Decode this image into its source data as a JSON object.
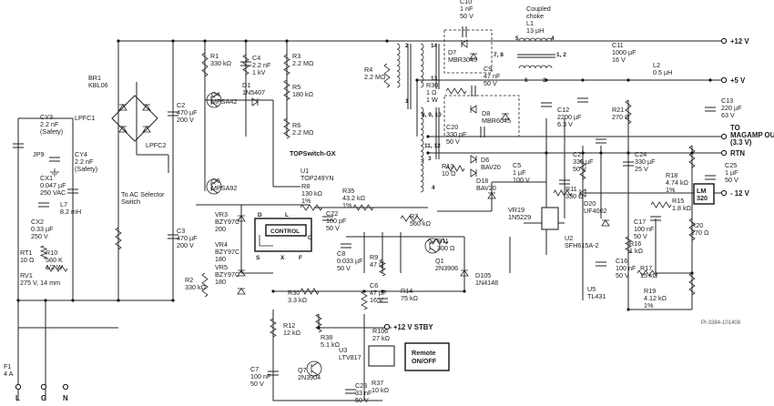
{
  "parts": [
    {
      "id": "bridge",
      "lines": [
        "BR1",
        "KBL06"
      ]
    },
    {
      "id": "lpfc1",
      "lines": [
        "LPFC1"
      ]
    },
    {
      "id": "lpfc2",
      "lines": [
        "LPFC2"
      ]
    },
    {
      "id": "cy3",
      "lines": [
        "CY3",
        "2.2 nF",
        "(Safety)"
      ]
    },
    {
      "id": "cy4",
      "lines": [
        "CY4",
        "2.2 nF",
        "(Safety)"
      ]
    },
    {
      "id": "jp9",
      "lines": [
        "JP9"
      ]
    },
    {
      "id": "cx1",
      "lines": [
        "CX1",
        "0.047 µF",
        "250 VAC"
      ]
    },
    {
      "id": "l7",
      "lines": [
        "L7",
        "8.2 mH"
      ]
    },
    {
      "id": "cx2",
      "lines": [
        "CX2",
        "0.33 µF",
        "250 V"
      ]
    },
    {
      "id": "rt1",
      "lines": [
        "RT1",
        "10 Ω"
      ]
    },
    {
      "id": "r10",
      "lines": [
        "R10",
        "560 K",
        "1/2 W"
      ]
    },
    {
      "id": "rv1",
      "lines": [
        "RV1",
        "275 V, 14 mm"
      ]
    },
    {
      "id": "f1",
      "lines": [
        "F1",
        "4 A"
      ]
    },
    {
      "id": "selector",
      "lines": [
        "To AC Selector",
        "Switch"
      ]
    },
    {
      "id": "c2",
      "lines": [
        "C2",
        "470 µF",
        "200 V"
      ]
    },
    {
      "id": "c3",
      "lines": [
        "C3",
        "470 µF",
        "200 V"
      ]
    },
    {
      "id": "r1",
      "lines": [
        "R1",
        "330 kΩ"
      ]
    },
    {
      "id": "r2",
      "lines": [
        "R2",
        "330 kΩ"
      ]
    },
    {
      "id": "q4",
      "lines": [
        "Q4",
        "MPSA42"
      ]
    },
    {
      "id": "q6",
      "lines": [
        "Q6",
        "MPSA92"
      ]
    },
    {
      "id": "c4",
      "lines": [
        "C4",
        "2.2 nF",
        "1 kV"
      ]
    },
    {
      "id": "d1",
      "lines": [
        "D1",
        "1N5407"
      ]
    },
    {
      "id": "r3",
      "lines": [
        "R3",
        "2.2 MΩ"
      ]
    },
    {
      "id": "r5",
      "lines": [
        "R5",
        "180 kΩ"
      ]
    },
    {
      "id": "r6",
      "lines": [
        "R6",
        "2.2 MΩ"
      ]
    },
    {
      "id": "r4",
      "lines": [
        "R4",
        "2.2 MΩ"
      ]
    },
    {
      "id": "vr3",
      "lines": [
        "VR3",
        "BZY97C",
        "200"
      ]
    },
    {
      "id": "vr4",
      "lines": [
        "VR4",
        "BZY97C",
        "180"
      ]
    },
    {
      "id": "vr5",
      "lines": [
        "VR5",
        "BZY97C",
        "180"
      ]
    },
    {
      "id": "u1_title",
      "lines": [
        "TOPSwitch-GX"
      ]
    },
    {
      "id": "u1",
      "lines": [
        "U1",
        "TOP249YN"
      ]
    },
    {
      "id": "r8",
      "lines": [
        "R8",
        "130 kΩ",
        "1%"
      ]
    },
    {
      "id": "r35",
      "lines": [
        "R35",
        "43.2 kΩ",
        "1%"
      ]
    },
    {
      "id": "c22",
      "lines": [
        "C22",
        "100 pF",
        "50 V"
      ]
    },
    {
      "id": "r7",
      "lines": [
        "R7",
        "560 kΩ"
      ]
    },
    {
      "id": "c8",
      "lines": [
        "C8",
        "0.033 µF",
        "50 V"
      ]
    },
    {
      "id": "r9",
      "lines": [
        "R9",
        "47 Ω"
      ]
    },
    {
      "id": "r30",
      "lines": [
        "R30",
        "3.3 kΩ"
      ]
    },
    {
      "id": "c6",
      "lines": [
        "C6",
        "47 µF",
        "16 V"
      ]
    },
    {
      "id": "r14",
      "lines": [
        "R14",
        "75 kΩ"
      ]
    },
    {
      "id": "r11",
      "lines": [
        "R11",
        "300 Ω"
      ]
    },
    {
      "id": "q1",
      "lines": [
        "Q1",
        "2N3906"
      ]
    },
    {
      "id": "d105",
      "lines": [
        "D105",
        "1N4148"
      ]
    },
    {
      "id": "r12",
      "lines": [
        "R12",
        "12 kΩ"
      ]
    },
    {
      "id": "c7",
      "lines": [
        "C7",
        "100 nF",
        "50 V"
      ]
    },
    {
      "id": "r38",
      "lines": [
        "R38",
        "5.1 kΩ"
      ]
    },
    {
      "id": "q7",
      "lines": [
        "Q7",
        "2N3904"
      ]
    },
    {
      "id": "c23",
      "lines": [
        "C23",
        "33 nF",
        "50 V"
      ]
    },
    {
      "id": "r37",
      "lines": [
        "R37",
        "10 kΩ"
      ]
    },
    {
      "id": "u3",
      "lines": [
        "U3",
        "LTV817"
      ]
    },
    {
      "id": "r106",
      "lines": [
        "R106",
        "27 kΩ"
      ]
    },
    {
      "id": "c10",
      "lines": [
        "C10",
        "1 nF",
        "50 V"
      ]
    },
    {
      "id": "d7",
      "lines": [
        "D7",
        "MBR3045"
      ]
    },
    {
      "id": "c9",
      "lines": [
        "C9",
        "47 nF",
        "50 V"
      ]
    },
    {
      "id": "l1",
      "lines": [
        "Coupled",
        "choke",
        "L1",
        "13 µH"
      ]
    },
    {
      "id": "c11",
      "lines": [
        "C11",
        "1000 µF",
        "16 V"
      ]
    },
    {
      "id": "l2",
      "lines": [
        "L2",
        "0.5 µH"
      ]
    },
    {
      "id": "r30b",
      "lines": [
        "R30",
        "1 Ω",
        "1 W"
      ]
    },
    {
      "id": "d8",
      "lines": [
        "D8",
        "MBR6045"
      ]
    },
    {
      "id": "c20",
      "lines": [
        "C20",
        "330 pF",
        "50 V"
      ]
    },
    {
      "id": "c12",
      "lines": [
        "C12",
        "2200 µF",
        "6.3 V"
      ]
    },
    {
      "id": "r21",
      "lines": [
        "R21",
        "270 Ω"
      ]
    },
    {
      "id": "c13",
      "lines": [
        "C13",
        "220 µF",
        "63 V"
      ]
    },
    {
      "id": "r13",
      "lines": [
        "R13",
        "10 Ω"
      ]
    },
    {
      "id": "d6",
      "lines": [
        "D6",
        "BAV20"
      ]
    },
    {
      "id": "d18",
      "lines": [
        "D18",
        "BAV20"
      ]
    },
    {
      "id": "c5",
      "lines": [
        "C5",
        "1 µF",
        "100 V"
      ]
    },
    {
      "id": "vr19",
      "lines": [
        "VR19",
        "1N5229"
      ]
    },
    {
      "id": "c27",
      "lines": [
        "C27",
        "330 µF",
        "50 V"
      ]
    },
    {
      "id": "c24",
      "lines": [
        "C24",
        "330 µF",
        "25 V"
      ]
    },
    {
      "id": "r11b",
      "lines": [
        "R11",
        "330 Ω"
      ]
    },
    {
      "id": "d20",
      "lines": [
        "D20",
        "UF4002"
      ]
    },
    {
      "id": "r18",
      "lines": [
        "R18",
        "4.74 kΩ",
        "1%"
      ]
    },
    {
      "id": "r15",
      "lines": [
        "R15",
        "1.8 kΩ"
      ]
    },
    {
      "id": "c25",
      "lines": [
        "C25",
        "1 µF",
        "50 V"
      ]
    },
    {
      "id": "c17",
      "lines": [
        "C17",
        "100 nF",
        "50 V"
      ]
    },
    {
      "id": "r20",
      "lines": [
        "R20",
        "270 Ω"
      ]
    },
    {
      "id": "r16",
      "lines": [
        "R16",
        "1 kΩ"
      ]
    },
    {
      "id": "u2",
      "lines": [
        "U2",
        "SFH615A-2"
      ]
    },
    {
      "id": "c16",
      "lines": [
        "C16",
        "100 nF",
        "50 V"
      ]
    },
    {
      "id": "r17",
      "lines": [
        "R17",
        "15 kΩ"
      ]
    },
    {
      "id": "u5",
      "lines": [
        "U5",
        "TL431"
      ]
    },
    {
      "id": "r19",
      "lines": [
        "R19",
        "4.12 kΩ",
        "1%"
      ]
    }
  ],
  "outputs": {
    "p12": "+12 V",
    "p5": "+5 V",
    "magamp": "TO MAGAMP OUT (3.3 V)",
    "rtn": "RTN",
    "m12": "- 12 V",
    "stby": "+12 V STBY"
  },
  "blocks": {
    "control": "CONTROL",
    "remote": "Remote ON/OFF",
    "lm": "LM 320"
  },
  "pins": {
    "d": "D",
    "s": "S",
    "l": "L",
    "x": "X",
    "f": "F",
    "c": "C"
  },
  "mains": {
    "l": "L",
    "g": "G",
    "n": "N"
  },
  "winding_pins": {
    "t2": "2",
    "t1": "1",
    "t14": "14",
    "t13": "13",
    "t78": "7, 8",
    "t6": "6",
    "t3": "3",
    "t5": "5",
    "t4": "4",
    "t12": "1, 2",
    "t8910": "8, 9, 10",
    "t1112": "11, 12",
    "tb3": "3",
    "tb4": "4"
  },
  "figure_id": "PI-3384-101408"
}
